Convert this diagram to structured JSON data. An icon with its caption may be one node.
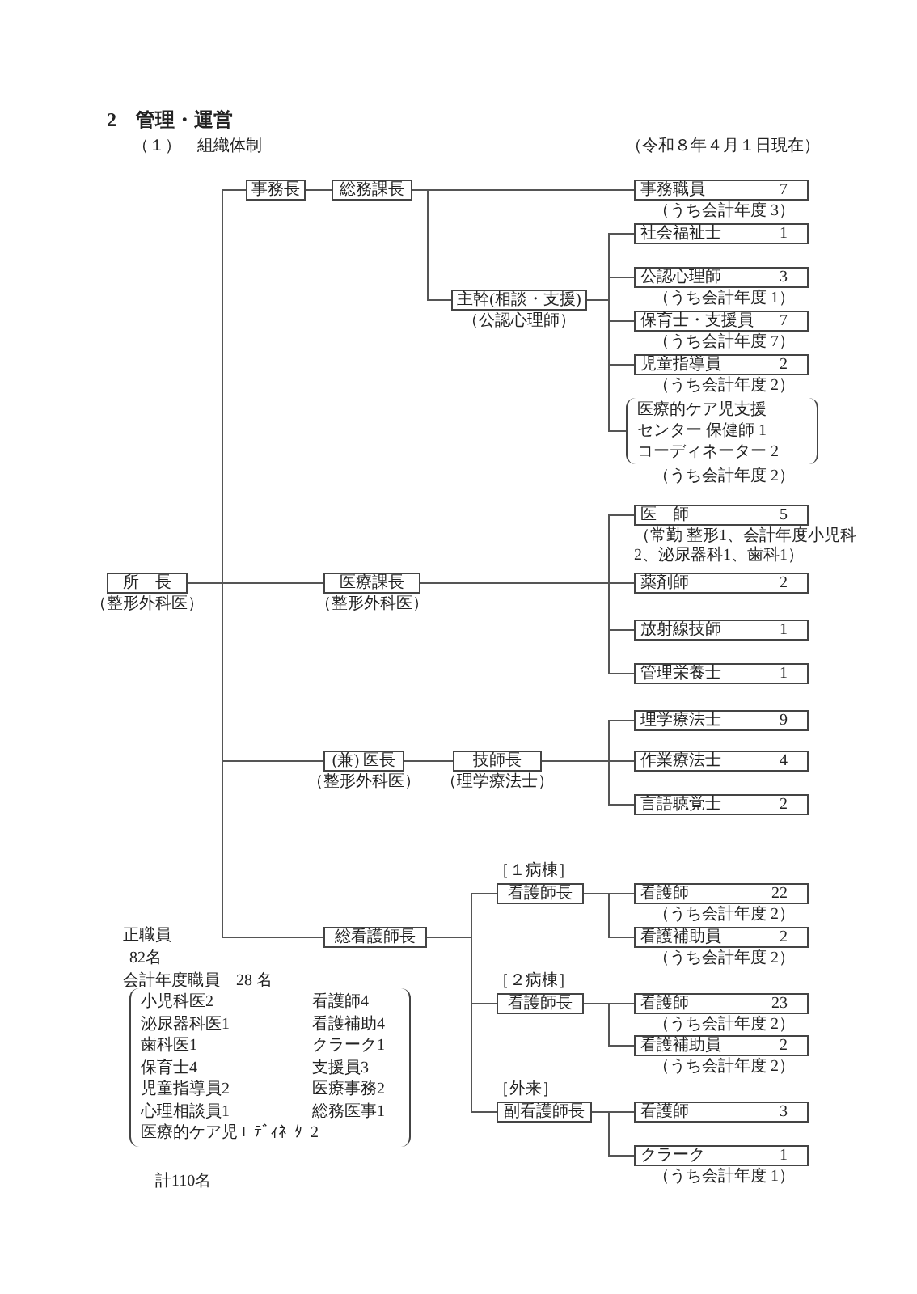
{
  "diagram": {
    "title": "2　管理・運営",
    "nodes": [
      {
        "text": [
          "所　長"
        ],
        "beside": [
          "（整形外科医）"
        ]
      },
      {
        "text": [
          "事務長"
        ]
      },
      {
        "text": [
          "総務課長"
        ]
      },
      {
        "text": [
          "事務職員",
          "7"
        ],
        "beside": [
          "（うち会計年度 3）"
        ]
      },
      {
        "text": [
          "主幹(相談・支援)"
        ],
        "beside": [
          "（公認心理師）"
        ]
      },
      {
        "text": [
          "社会福祉士",
          "1"
        ]
      },
      {
        "text": [
          "公認心理師",
          "3"
        ],
        "beside": [
          "（うち会計年度 1）"
        ]
      },
      {
        "text": [
          "保育士・支援員",
          "7"
        ],
        "beside": [
          "（うち会計年度 7）"
        ]
      },
      {
        "text": [
          "児童指導員",
          "2"
        ],
        "beside": [
          "（うち会計年度 2）"
        ]
      },
      {
        "text": [
          "医療的ケア児支援センター 保健師 1",
          "コーディネーター 2"
        ],
        "beside": [
          "（うち会計年度 2）"
        ]
      },
      {
        "text": [
          "医療課長"
        ],
        "beside": [
          "（整形外科医）"
        ]
      },
      {
        "text": [
          "医　師",
          "5"
        ],
        "beside": [
          "（常勤 整形1、会計年度小児科2、泌尿器科1、歯科1）"
        ]
      },
      {
        "text": [
          "薬剤師",
          "2"
        ]
      },
      {
        "text": [
          "放射線技師",
          "1"
        ]
      },
      {
        "text": [
          "管理栄養士",
          "1"
        ]
      },
      {
        "text": [
          "(兼) 医長"
        ],
        "beside": [
          "（整形外科医）"
        ]
      },
      {
        "text": [
          "技師長"
        ],
        "beside": [
          "（理学療法士）"
        ]
      },
      {
        "text": [
          "理学療法士",
          "9"
        ]
      },
      {
        "text": [
          "作業療法士",
          "4"
        ]
      },
      {
        "text": [
          "言語聴覚士",
          "2"
        ]
      },
      {
        "text": [
          "総看護師長"
        ]
      },
      {
        "text": [
          "看護師長"
        ],
        "beside": [
          "［１病棟］"
        ]
      },
      {
        "text": [
          "看護師",
          "22"
        ],
        "beside": [
          "（うち会計年度 2）"
        ]
      },
      {
        "text": [
          "看護補助員",
          "2"
        ],
        "beside": [
          "（うち会計年度 2）"
        ]
      },
      {
        "text": [
          "看護師長"
        ],
        "beside": [
          "［２病棟］"
        ]
      },
      {
        "text": [
          "看護師",
          "23"
        ],
        "beside": [
          "（うち会計年度 2）"
        ]
      },
      {
        "text": [
          "看護補助員",
          "2"
        ],
        "beside": [
          "（うち会計年度 2）"
        ]
      },
      {
        "text": [
          "副看護師長"
        ],
        "beside": [
          "［外来］"
        ]
      },
      {
        "text": [
          "看護師",
          "3"
        ]
      },
      {
        "text": [
          "クラーク",
          "1"
        ],
        "beside": [
          "（うち会計年度 1）"
        ]
      }
    ],
    "edges": [
      {
        "from": 0,
        "to": 1,
        "arrow": "none"
      },
      {
        "from": 0,
        "to": 10,
        "arrow": "none"
      },
      {
        "from": 0,
        "to": 15,
        "arrow": "none"
      },
      {
        "from": 0,
        "to": 20,
        "arrow": "none"
      },
      {
        "from": 1,
        "to": 2,
        "arrow": "none"
      },
      {
        "from": 2,
        "to": 3,
        "arrow": "none"
      },
      {
        "from": 2,
        "to": 4,
        "arrow": "none"
      },
      {
        "from": 4,
        "to": 5,
        "arrow": "none"
      },
      {
        "from": 4,
        "to": 6,
        "arrow": "none"
      },
      {
        "from": 4,
        "to": 7,
        "arrow": "none"
      },
      {
        "from": 4,
        "to": 8,
        "arrow": "none"
      },
      {
        "from": 4,
        "to": 9,
        "arrow": "none"
      },
      {
        "from": 10,
        "to": 11,
        "arrow": "none"
      },
      {
        "from": 10,
        "to": 12,
        "arrow": "none"
      },
      {
        "from": 10,
        "to": 13,
        "arrow": "none"
      },
      {
        "from": 10,
        "to": 14,
        "arrow": "none"
      },
      {
        "from": 15,
        "to": 16,
        "arrow": "none"
      },
      {
        "from": 16,
        "to": 17,
        "arrow": "none"
      },
      {
        "from": 16,
        "to": 18,
        "arrow": "none"
      },
      {
        "from": 16,
        "to": 19,
        "arrow": "none"
      },
      {
        "from": 20,
        "to": 21,
        "arrow": "none"
      },
      {
        "from": 20,
        "to": 24,
        "arrow": "none"
      },
      {
        "from": 20,
        "to": 27,
        "arrow": "none"
      },
      {
        "from": 21,
        "to": 22,
        "arrow": "none"
      },
      {
        "from": 21,
        "to": 23,
        "arrow": "none"
      },
      {
        "from": 24,
        "to": 25,
        "arrow": "none"
      },
      {
        "from": 24,
        "to": 26,
        "arrow": "none"
      },
      {
        "from": 27,
        "to": 28,
        "arrow": "none"
      },
      {
        "from": 27,
        "to": 29,
        "arrow": "none"
      }
    ],
    "labels": [
      "（１）　組織体制",
      "（令和８年４月１日現在）",
      "正職員",
      "82名",
      "会計年度職員　28 名",
      "小児科医2",
      "看護師4",
      "泌尿器科医1",
      "看護補助4",
      "歯科医1",
      "クラーク1",
      "保育士4",
      "支援員3",
      "児童指導員2",
      "医療事務2",
      "心理相談員1",
      "総務医事1",
      "医療的ケア児ｺｰﾃﾞｨﾈｰﾀｰ2",
      "計110名"
    ]
  }
}
